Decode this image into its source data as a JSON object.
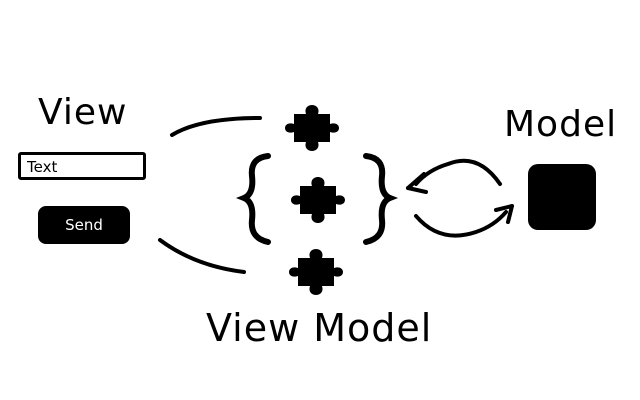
{
  "view": {
    "title": "View",
    "text_field_value": "Text",
    "send_label": "Send"
  },
  "view_model": {
    "title": "View Model"
  },
  "model": {
    "title": "Model"
  },
  "icons": {
    "puzzle": "puzzle-piece-icon",
    "braces": "curly-brace-icon",
    "sync": "cycle-arrows-icon"
  },
  "colors": {
    "ink": "#000000",
    "background": "#ffffff"
  }
}
